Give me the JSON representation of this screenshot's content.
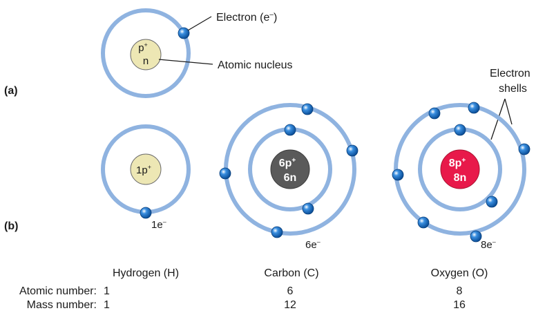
{
  "panel_labels": {
    "a": "(a)",
    "b": "(b)"
  },
  "labels": {
    "electron": "Electron (e",
    "electron_sup": "–",
    "electron_close": ")",
    "nucleus": "Atomic nucleus",
    "shells_line1": "Electron",
    "shells_line2": "shells"
  },
  "diagram_a": {
    "nucleus_line1": "p",
    "nucleus_line1_sup": "+",
    "nucleus_line2": "n"
  },
  "atoms": [
    {
      "key": "hydrogen",
      "name": "Hydrogen (H)",
      "nucleus_line1": "1p",
      "nucleus_sup": "+",
      "nucleus_line2": "",
      "electrons": "1e",
      "electrons_sup": "–",
      "atomic_number": "1",
      "mass_number": "1",
      "nucleus_color": "#ede7b4"
    },
    {
      "key": "carbon",
      "name": "Carbon (C)",
      "nucleus_line1": "6p",
      "nucleus_sup": "+",
      "nucleus_line2": "6n",
      "electrons": "6e",
      "electrons_sup": "–",
      "atomic_number": "6",
      "mass_number": "12",
      "nucleus_color": "#5a5a5a"
    },
    {
      "key": "oxygen",
      "name": "Oxygen (O)",
      "nucleus_line1": "8p",
      "nucleus_sup": "+",
      "nucleus_line2": "8n",
      "electrons": "8e",
      "electrons_sup": "–",
      "atomic_number": "8",
      "mass_number": "16",
      "nucleus_color": "#e8194a"
    }
  ],
  "table": {
    "atomic_number_label": "Atomic number:",
    "mass_number_label": "Mass number:"
  },
  "colors": {
    "shell": "#8fb3e0",
    "electron": "#1f74c4",
    "nucleus_outline": "#6b6b6b"
  }
}
